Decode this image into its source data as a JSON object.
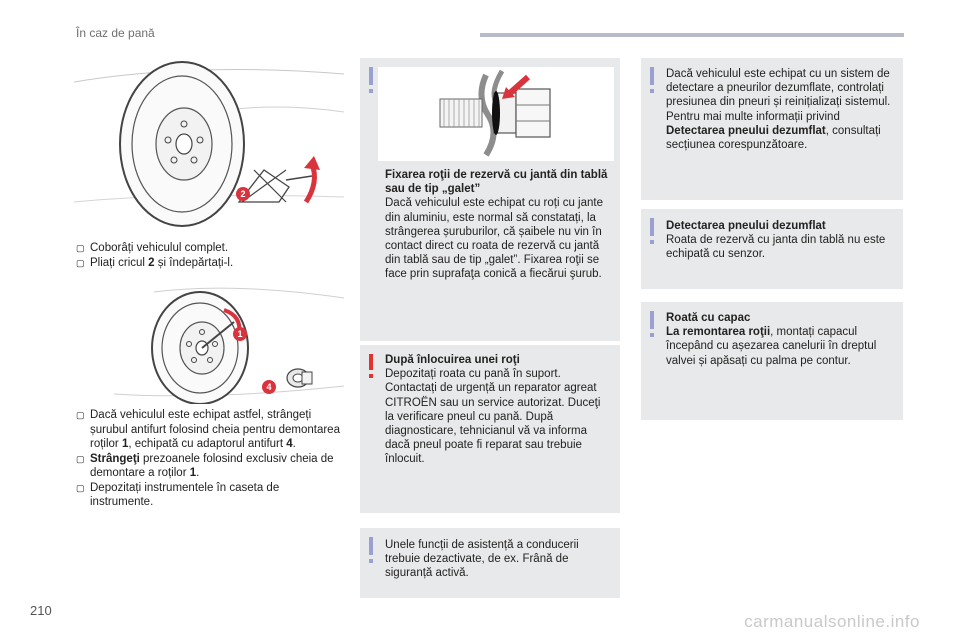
{
  "header": {
    "title": "În caz de pană"
  },
  "left": {
    "step1": [
      {
        "bullet": "",
        "parts": [
          {
            "t": "Coborâți vehiculul complet.",
            "b": false
          }
        ]
      },
      {
        "bullet": "",
        "parts": [
          {
            "t": "Pliați cricul ",
            "b": false
          },
          {
            "t": "2",
            "b": true
          },
          {
            "t": " și îndepărtați-l.",
            "b": false
          }
        ]
      }
    ],
    "step2": [
      {
        "bullet": "",
        "parts": [
          {
            "t": "Dacă vehiculul este echipat astfel, strângeți șurubul antifurt folosind cheia pentru demontarea roților ",
            "b": false
          },
          {
            "t": "1",
            "b": true
          },
          {
            "t": ", echipată cu adaptorul antifurt ",
            "b": false
          },
          {
            "t": "4",
            "b": true
          },
          {
            "t": ".",
            "b": false
          }
        ]
      },
      {
        "bullet": "",
        "parts": [
          {
            "t": "Strângeţi",
            "b": true
          },
          {
            "t": " prezoanele folosind exclusiv cheia de demontare a roților ",
            "b": false
          },
          {
            "t": "1",
            "b": true
          },
          {
            "t": ".",
            "b": false
          }
        ]
      },
      {
        "bullet": "",
        "parts": [
          {
            "t": "Depozitați instrumentele în caseta de instrumente.",
            "b": false
          }
        ]
      }
    ],
    "callouts": {
      "c2": "2",
      "c1": "1",
      "c4": "4"
    }
  },
  "middle": {
    "fixing_box": {
      "title": "Fixarea roţii de rezervă cu jantă din tablă sau de tip „galet”",
      "body": "Dacă vehiculul este echipat cu roți cu jante din aluminiu, este normal să constatați, la strângerea șuruburilor, că șaibele nu vin în contact direct cu roata de rezervă cu jantă din tablă sau de tip „galet”. Fixarea roţii se face prin suprafaţa conică a fiecărui şurub."
    },
    "after_box": {
      "title": "După înlocuirea unei roţi",
      "body": "Depozitați roata cu pană în suport. Contactați de urgență un reparator agreat CITROËN sau un service autorizat. Duceţi la verificare pneul cu pană. După diagnosticare, tehnicianul vă va informa dacă pneul poate fi reparat sau trebuie înlocuit."
    },
    "assist_box": {
      "body": "Unele funcții de asistență a conducerii trebuie dezactivate, de ex. Frână de siguranță activă."
    }
  },
  "right": {
    "detect_sys_box": {
      "parts": [
        {
          "t": "Dacă vehiculul este echipat cu un sistem de detectare a pneurilor dezumflate, controlați presiunea din pneuri și reinițializați sistemul.",
          "b": false
        },
        {
          "t": "\nPentru mai multe informații privind ",
          "b": false
        },
        {
          "t": "Detectarea pneului dezumflat",
          "b": true
        },
        {
          "t": ", consultați secțiunea corespunzătoare.",
          "b": false
        }
      ]
    },
    "detect_box": {
      "title": "Detectarea pneului dezumflat",
      "body": "Roata de rezervă cu janta din tablă nu este echipată cu senzor."
    },
    "cap_box": {
      "title": "Roată cu capac",
      "bold_lead": "La remontarea roţii",
      "body": ", montați capacul începând cu așezarea canelurii în dreptul valvei și apăsați cu palma pe contur."
    }
  },
  "footer": {
    "page_number": "210",
    "watermark": "carmanualsonline.info"
  },
  "colors": {
    "accent_info": "#9aa0cf",
    "accent_warning": "#e4322f",
    "box_bg": "#e8e9ea",
    "callout": "#d9343d"
  }
}
